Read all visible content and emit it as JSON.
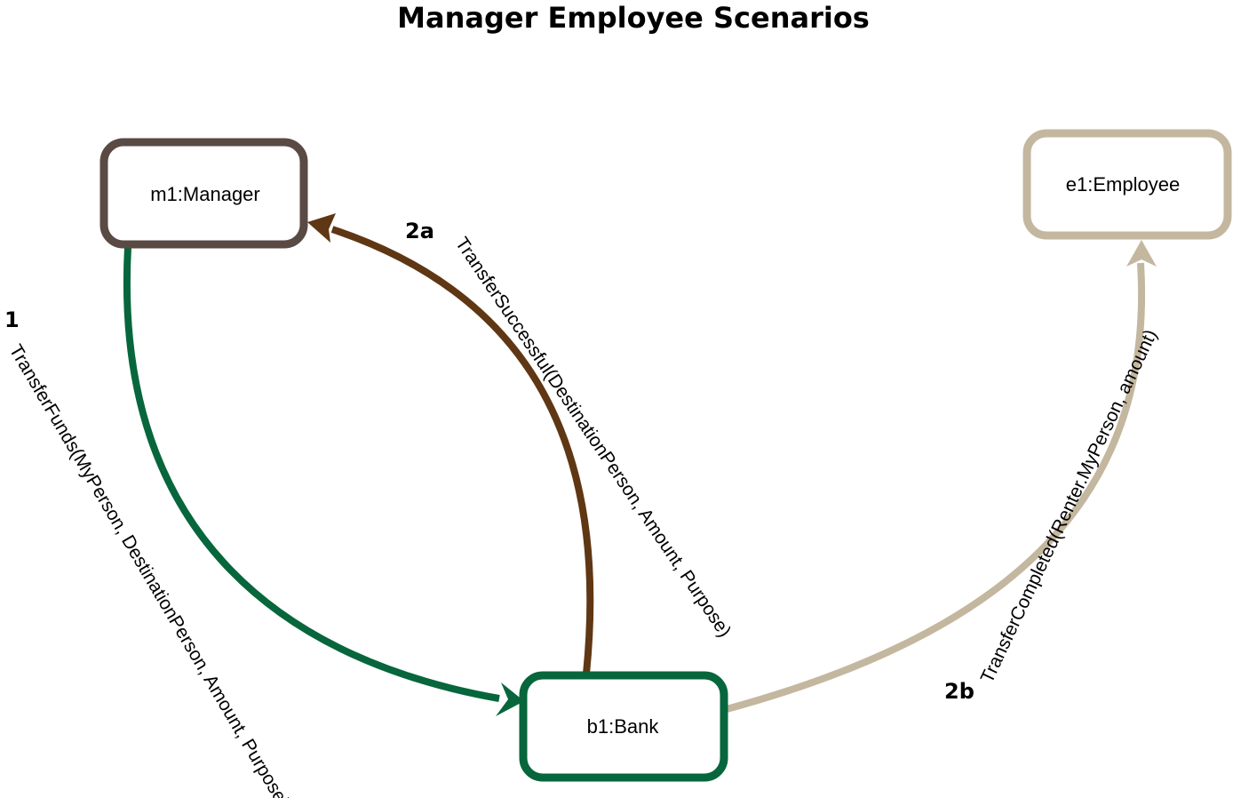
{
  "title": "Manager Employee Scenarios",
  "nodes": {
    "manager": {
      "label": "m1:Manager",
      "color": "#5a4a44"
    },
    "employee": {
      "label": "e1:Employee",
      "color": "#c4b79f"
    },
    "bank": {
      "label": "b1:Bank",
      "color": "#07663c"
    }
  },
  "messages": {
    "m1": {
      "step": "1",
      "text": "TransferFunds(MyPerson, DestinationPerson, Amount, Purpose)",
      "color": "#07663c"
    },
    "m2a": {
      "step": "2a",
      "text": "TransferSuccessful(DestinationPerson, Amount, Purpose)",
      "color": "#5f3714"
    },
    "m2b": {
      "step": "2b",
      "text": "TransferCompleted(Renter.MyPerson, amount)",
      "color": "#c4b79f"
    }
  }
}
